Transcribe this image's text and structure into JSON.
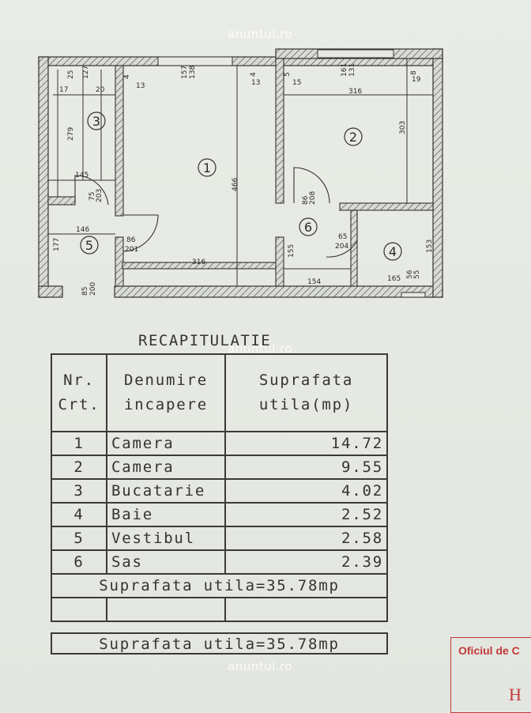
{
  "watermark": "anuntul.ro",
  "plan": {
    "rooms": [
      "1",
      "2",
      "3",
      "4",
      "5",
      "6"
    ],
    "dims": {
      "d17": "17",
      "d25": "25",
      "d127": "127",
      "d20": "20",
      "d4a": "4",
      "d13a": "13",
      "d157": "157",
      "d138": "138",
      "d4b": "4",
      "d13b": "13",
      "d5": "5",
      "d15": "15",
      "d161": "161",
      "d131": "131",
      "d8": "8",
      "d19": "19",
      "d316a": "316",
      "d279": "279",
      "d466": "466",
      "d303": "303",
      "d145": "145",
      "d75": "75",
      "d203": "203",
      "d86a": "86",
      "d208": "208",
      "d146": "146",
      "d177": "177",
      "d86b": "86",
      "d201": "201",
      "d65": "65",
      "d204": "204",
      "d153": "153",
      "d155": "155",
      "d316b": "316",
      "d154": "154",
      "d165": "165",
      "d56": "56",
      "d55": "55",
      "d85": "85",
      "d200": "200"
    }
  },
  "recap": {
    "title": "RECAPITULATIE",
    "headers": {
      "nr1": "Nr.",
      "nr2": "Crt.",
      "name1": "Denumire",
      "name2": "incapere",
      "area1": "Suprafata",
      "area2": "utila(mp)"
    },
    "rows": [
      {
        "nr": "1",
        "name": "Camera",
        "area": "14.72"
      },
      {
        "nr": "2",
        "name": "Camera",
        "area": "9.55"
      },
      {
        "nr": "3",
        "name": "Bucatarie",
        "area": "4.02"
      },
      {
        "nr": "4",
        "name": "Baie",
        "area": "2.52"
      },
      {
        "nr": "5",
        "name": "Vestibul",
        "area": "2.58"
      },
      {
        "nr": "6",
        "name": "Sas",
        "area": "2.39"
      }
    ],
    "total": "Suprafata utila=35.78mp"
  },
  "stamp": {
    "text": "Oficiul de C",
    "letter": "H"
  }
}
